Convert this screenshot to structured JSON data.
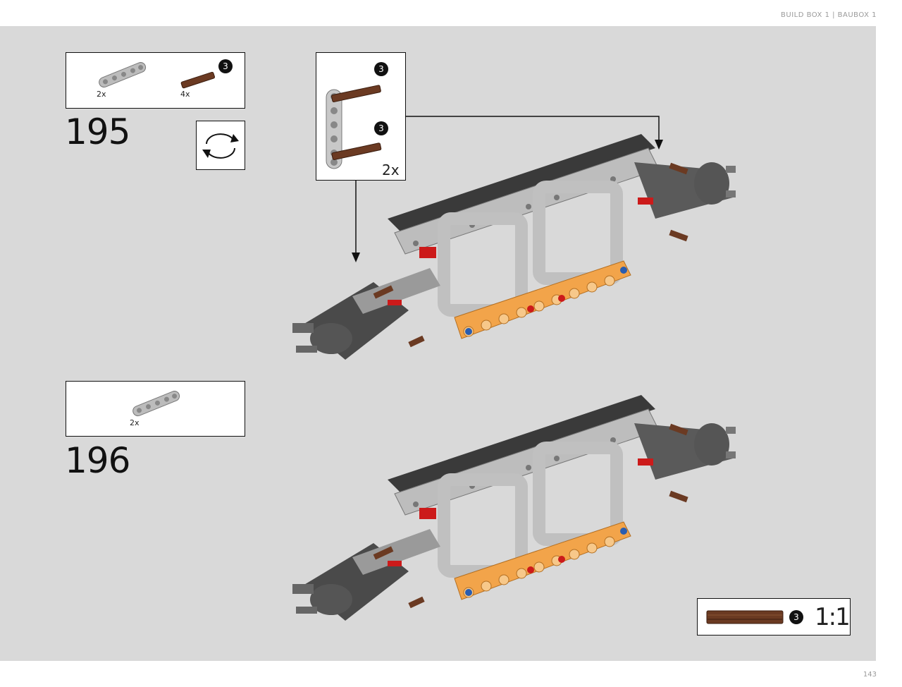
{
  "header": {
    "text": "BUILD BOX 1  |  BAUBOX 1"
  },
  "page_number": "143",
  "steps": [
    {
      "number": "195",
      "parts": [
        {
          "icon": "gray-beam-part-icon",
          "quantity": "2x"
        },
        {
          "icon": "brown-axle-part-icon",
          "quantity": "4x",
          "badge": "3"
        }
      ],
      "rotate_icon": "rotate-model-icon",
      "subassembly": {
        "badges": [
          "3",
          "3"
        ],
        "quantity": "2x"
      }
    },
    {
      "number": "196",
      "parts": [
        {
          "icon": "gray-beam-part-icon",
          "quantity": "2x"
        }
      ]
    }
  ],
  "scale_reference": {
    "badge": "3",
    "label": "1:1"
  },
  "colors": {
    "canvas": "#d9d9d9",
    "light_gray": "#bcbcbc",
    "dark_gray": "#4a4a4a",
    "orange": "#f2a44a",
    "brown": "#6b3a22",
    "red": "#cc1a1a",
    "blue": "#2a5db0"
  }
}
